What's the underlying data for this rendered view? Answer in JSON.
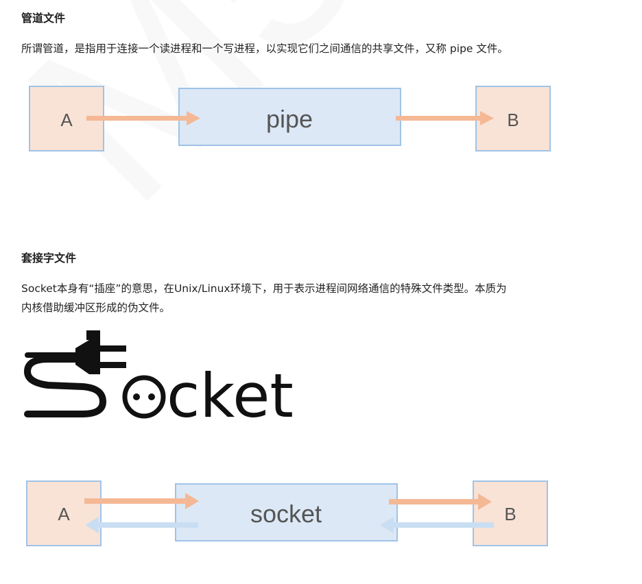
{
  "section1": {
    "heading": "管道文件",
    "paragraph": "所谓管道，是指用于连接一个读进程和一个写进程，以实现它们之间通信的共享文件，又称 pipe 文件。",
    "diagram": {
      "left_label": "A",
      "center_label": "pipe",
      "right_label": "B"
    }
  },
  "section2": {
    "heading": "套接字文件",
    "paragraph_line1": "Socket本身有“插座”的意思，在Unix/Linux环境下，用于表示进程间网络通信的特殊文件类型。本质为",
    "paragraph_line2": "内核借助缓冲区形成的伪文件。",
    "logo_text": "Socket",
    "diagram": {
      "left_label": "A",
      "center_label": "socket",
      "right_label": "B"
    }
  },
  "colors": {
    "end_box_fill": "#f8e3d6",
    "center_box_fill": "#dce8f6",
    "box_stroke": "#9fc3e7",
    "orange_arrow": "#f5b895",
    "blue_arrow": "#c9def3",
    "label": "#555555"
  }
}
